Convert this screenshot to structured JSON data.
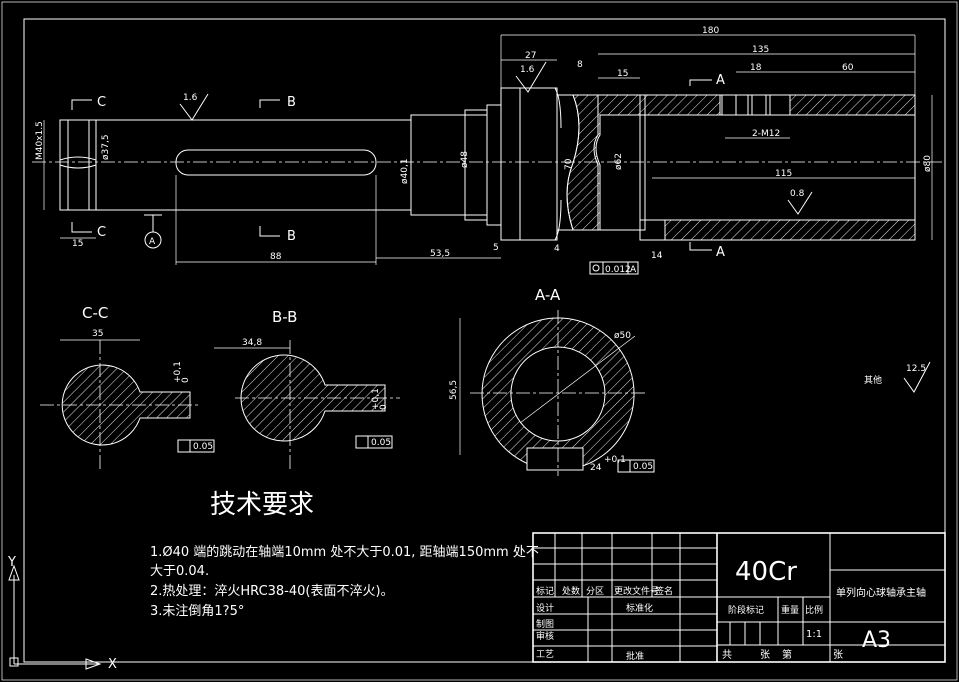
{
  "drawing": {
    "background": "#000000",
    "line_color": "#ffffff",
    "sections": {
      "cc": "C-C",
      "bb": "B-B",
      "aa": "A-A",
      "marker_c": "C",
      "marker_b": "B",
      "marker_a": "A",
      "datum_a": "A"
    },
    "dims": {
      "d180": "180",
      "d135": "135",
      "d27": "27",
      "d8": "8",
      "d15": "15",
      "d18": "18",
      "d60": "60",
      "d115": "115",
      "d14": "14",
      "d4": "4",
      "d5": "5",
      "d88": "88",
      "d53_5": "53,5",
      "d15b": "15",
      "m40x1_5": "M40x1.5",
      "phi37_5": "ø37,5",
      "phi40_1": "ø40,1",
      "phi48": "ø48",
      "phi70": "70",
      "phi62": "ø62",
      "phi80": "ø80",
      "thread_2m12": "2-M12",
      "d35": "35",
      "d34_8": "34,8",
      "d56_5": "56,5",
      "phi50": "ø50",
      "d24": "24",
      "tol_01": "+0,1",
      "tol_0": "0",
      "tol_005": "0.05",
      "runout": "0.012",
      "rough_1_6": "1.6",
      "rough_1_6b": "1.6",
      "rough_0_8": "0.8",
      "rough_12_5": "12.5",
      "rough_other": "其他"
    },
    "tech_req": {
      "title": "技术要求",
      "line1a": "1.Ø40 端的跳动在轴端",
      "line1b": "10mm",
      "line1c": " 处不大于",
      "line1d": "0.01",
      "line1e": ", 距轴端",
      "line1f": "150mm",
      "line1g": " 处不",
      "line2": "大于0.04.",
      "line3a": "2.热处理：淬火",
      "line3b": "HRC38-40",
      "line3c": "(表面不淬火)。",
      "line4": "3.未注倒角1?5°"
    },
    "title_block": {
      "material": "40Cr",
      "part_name": "单列向心球轴承主轴",
      "labels": {
        "mark": "标记",
        "count": "处数",
        "zone": "分区",
        "doc_no": "更改文件号",
        "sign": "签名",
        "design": "设计",
        "standard": "标准化",
        "drawing": "制图",
        "check": "审核",
        "process": "工艺",
        "approve": "批准",
        "stage": "阶段标记",
        "weight": "重量",
        "scale": "比例",
        "scale_value": "1:1",
        "total": "共",
        "sheets": "张",
        "page": "第",
        "sheet2": "张",
        "format": "A3"
      }
    },
    "ucs": {
      "y": "Y",
      "x": "X"
    }
  }
}
